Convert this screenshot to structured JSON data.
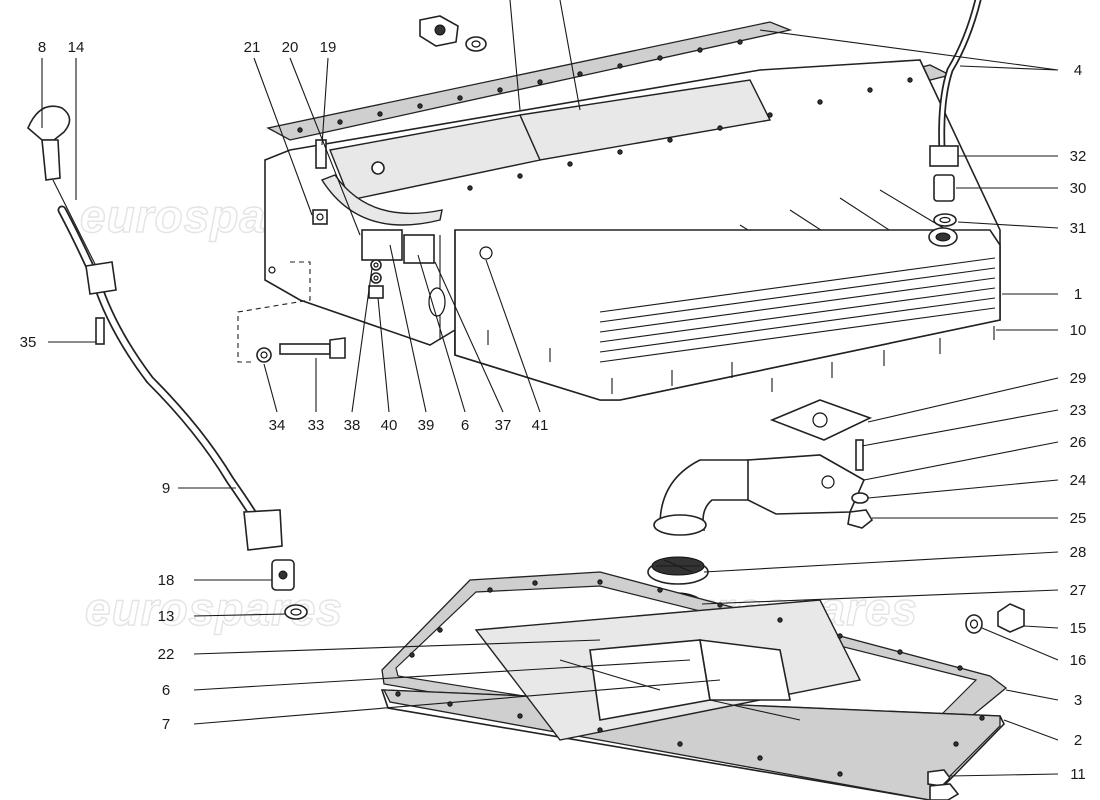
{
  "watermark": "eurospares",
  "callouts": [
    {
      "id": "c8",
      "label": "8"
    },
    {
      "id": "c14",
      "label": "14"
    },
    {
      "id": "c21",
      "label": "21"
    },
    {
      "id": "c20",
      "label": "20"
    },
    {
      "id": "c19",
      "label": "19"
    },
    {
      "id": "c4",
      "label": "4"
    },
    {
      "id": "c32",
      "label": "32"
    },
    {
      "id": "c30",
      "label": "30"
    },
    {
      "id": "c31",
      "label": "31"
    },
    {
      "id": "c1",
      "label": "1"
    },
    {
      "id": "c10",
      "label": "10"
    },
    {
      "id": "c35",
      "label": "35"
    },
    {
      "id": "c34",
      "label": "34"
    },
    {
      "id": "c33",
      "label": "33"
    },
    {
      "id": "c38",
      "label": "38"
    },
    {
      "id": "c40",
      "label": "40"
    },
    {
      "id": "c39",
      "label": "39"
    },
    {
      "id": "c6a",
      "label": "6"
    },
    {
      "id": "c37",
      "label": "37"
    },
    {
      "id": "c41",
      "label": "41"
    },
    {
      "id": "c29",
      "label": "29"
    },
    {
      "id": "c23",
      "label": "23"
    },
    {
      "id": "c26",
      "label": "26"
    },
    {
      "id": "c24",
      "label": "24"
    },
    {
      "id": "c25",
      "label": "25"
    },
    {
      "id": "c9",
      "label": "9"
    },
    {
      "id": "c28",
      "label": "28"
    },
    {
      "id": "c18",
      "label": "18"
    },
    {
      "id": "c27",
      "label": "27"
    },
    {
      "id": "c13",
      "label": "13"
    },
    {
      "id": "c15",
      "label": "15"
    },
    {
      "id": "c16",
      "label": "16"
    },
    {
      "id": "c22",
      "label": "22"
    },
    {
      "id": "c6b",
      "label": "6"
    },
    {
      "id": "c3",
      "label": "3"
    },
    {
      "id": "c7",
      "label": "7"
    },
    {
      "id": "c2",
      "label": "2"
    },
    {
      "id": "c11",
      "label": "11"
    }
  ]
}
